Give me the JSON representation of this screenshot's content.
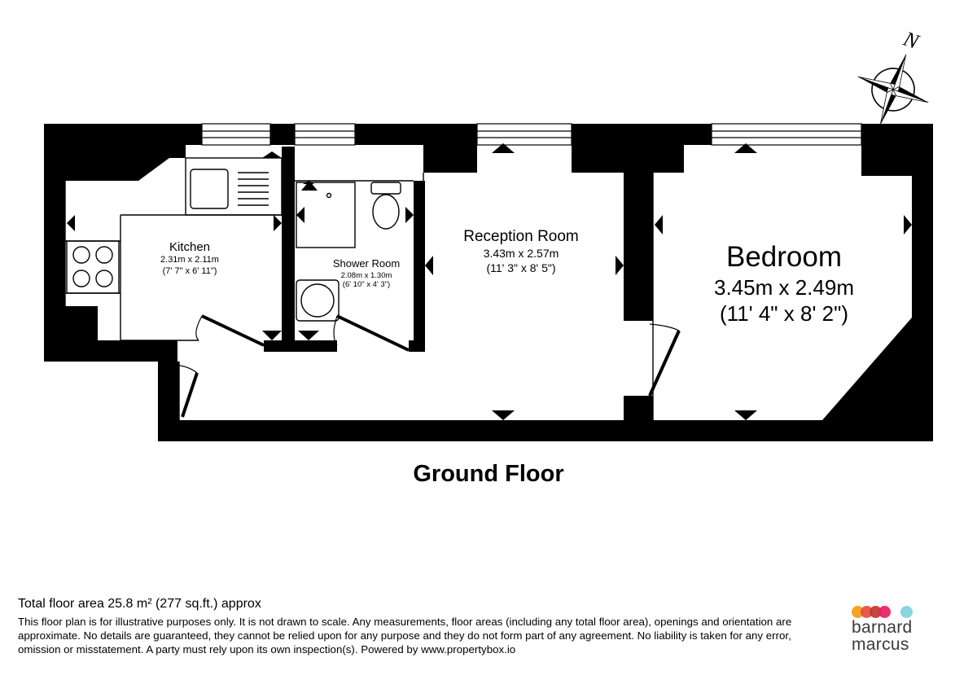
{
  "floor_title": "Ground Floor",
  "rooms": {
    "kitchen": {
      "name": "Kitchen",
      "metric": "2.31m x 2.11m",
      "imperial": "(7' 7\" x 6' 11\")"
    },
    "shower": {
      "name": "Shower Room",
      "metric": "2.08m x 1.30m",
      "imperial": "(6' 10\" x 4' 3\")"
    },
    "reception": {
      "name": "Reception Room",
      "metric": "3.43m x 2.57m",
      "imperial": "(11' 3\" x 8' 5\")"
    },
    "bedroom": {
      "name": "Bedroom",
      "metric": "3.45m x 2.49m",
      "imperial": "(11' 4\" x 8' 2\")"
    }
  },
  "compass": {
    "label": "N"
  },
  "footer": {
    "total_area": "Total floor area 25.8 m² (277 sq.ft.) approx",
    "disclaimer": "This floor plan is for illustrative purposes only. It is not drawn to scale. Any measurements, floor areas (including any total floor area), openings and orientation are approximate. No details are guaranteed, they cannot be relied upon for any purpose and they do not form part of any agreement. No liability is taken for any error, omission or misstatement. A party must rely upon its own inspection(s). Powered by www.propertybox.io"
  },
  "brand": {
    "line1": "barnard",
    "line2": "marcus",
    "colors": [
      "#f39c12",
      "#e74c3c",
      "#c0392b",
      "#e91e63",
      "#7fd3e0"
    ]
  }
}
